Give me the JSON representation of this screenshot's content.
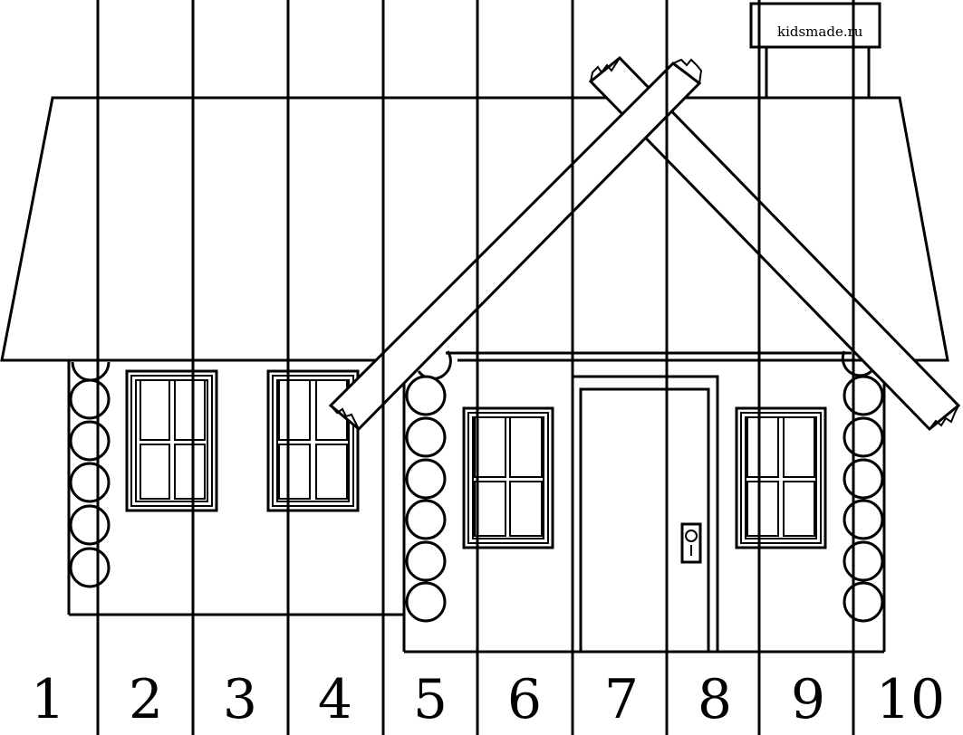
{
  "watermark": "kidsmade.ru",
  "strip_numbers": [
    "1",
    "2",
    "3",
    "4",
    "5",
    "6",
    "7",
    "8",
    "9",
    "10"
  ],
  "colors": {
    "line": "#000000",
    "background": "#ffffff"
  }
}
